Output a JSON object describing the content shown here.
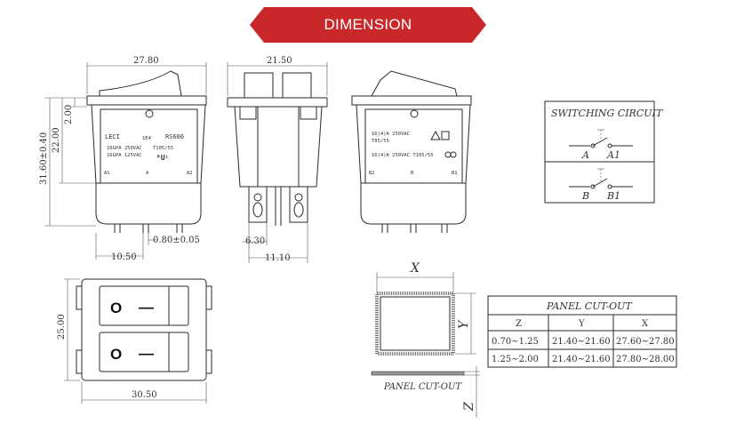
{
  "banner": {
    "title": "DIMENSION",
    "color": "#c8282a"
  },
  "front_view": {
    "width": "27.80",
    "height_total": "31.60±0.40",
    "height_body": "22.00",
    "height_top": "2.00",
    "terminal_thickness": "0.80±0.05",
    "terminal_span": "10.50",
    "label": {
      "brand": "LECI",
      "model": "RS606",
      "current": "1E4",
      "rating1": "16GPA 250VAC",
      "temp": "T105/55",
      "rating2": "16GPA 125VAC",
      "term_left": "A1",
      "term_mid": "A",
      "term_right": "A2"
    }
  },
  "side_view": {
    "width": "21.50",
    "terminal_width": "6.30",
    "terminal_span": "11.10"
  },
  "back_view": {
    "label": {
      "rating1": "16(4)A 250VAC",
      "code": "T85/55",
      "rating2": "16(4)A  250VAC T105/55",
      "term_left": "B2",
      "term_mid": "B",
      "term_right": "B1"
    }
  },
  "switching_circuit": {
    "title": "SWITCHING CIRCUIT",
    "row1": {
      "left": "A",
      "right": "A1"
    },
    "row2": {
      "left": "B",
      "right": "B1"
    }
  },
  "top_view": {
    "height": "25.00",
    "width": "30.50",
    "off_symbol": "O",
    "on_symbol": "—"
  },
  "panel_cutout": {
    "x_label": "X",
    "y_label": "Y",
    "z_label": "Z",
    "caption": "PANEL CUT-OUT",
    "table": {
      "title": "PANEL CUT-OUT",
      "headers": [
        "Z",
        "Y",
        "X"
      ],
      "rows": [
        [
          "0.70~1.25",
          "21.40~21.60",
          "27.60~27.80"
        ],
        [
          "1.25~2.00",
          "21.40~21.60",
          "27.80~28.00"
        ]
      ]
    }
  }
}
